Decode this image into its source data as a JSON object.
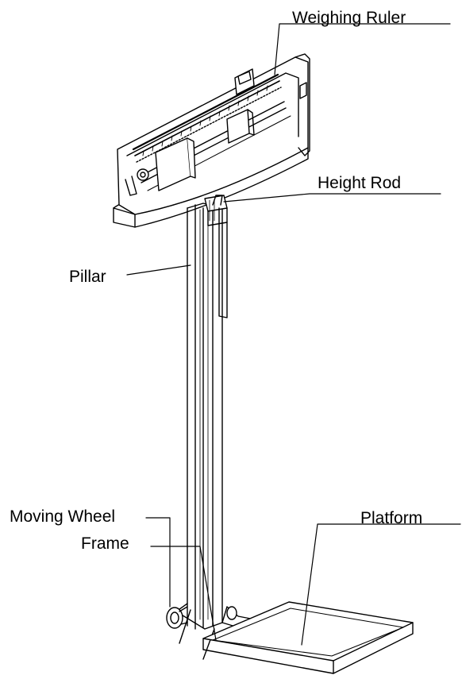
{
  "labels": {
    "weighing_ruler": "Weighing Ruler",
    "height_rod": "Height Rod",
    "pillar": "Pillar",
    "platform": "Platform",
    "moving_wheel": "Moving Wheel",
    "frame": "Frame"
  },
  "colors": {
    "line": "#000000",
    "fill_light": "#ffffff",
    "fill_shade": "#f2f2f2"
  }
}
